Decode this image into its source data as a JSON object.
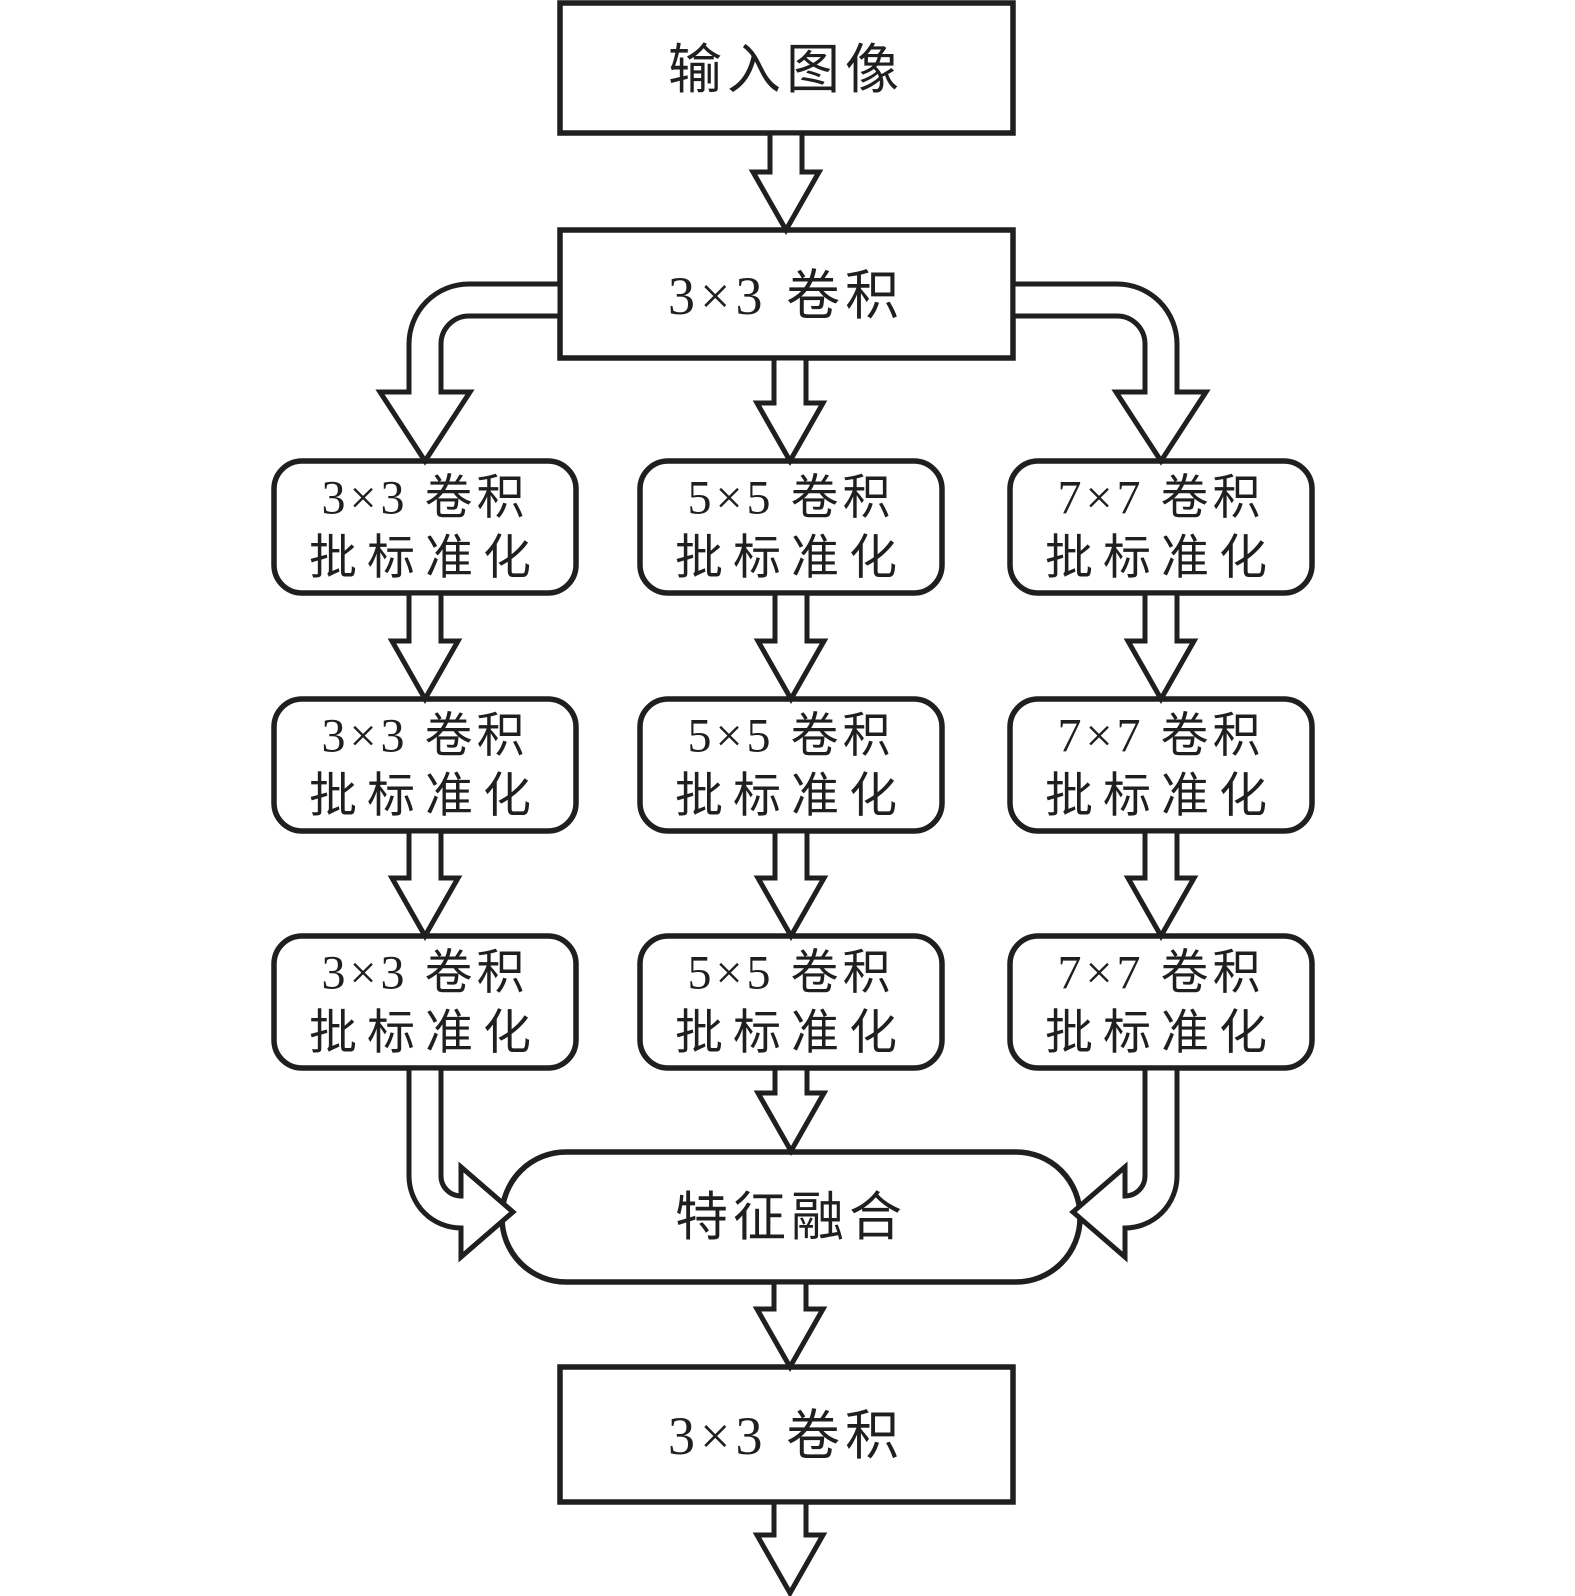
{
  "figure": {
    "ink": "#1f1f1f",
    "background": "#ffffff",
    "type": "flowchart"
  },
  "flow": {
    "input": {
      "label": "输入图像"
    },
    "stem_conv": {
      "label": "3×3 卷积"
    },
    "branches": [
      {
        "name": "branch-3x3",
        "rows": [
          {
            "line1": "3×3 卷积",
            "line2": "批标准化"
          },
          {
            "line1": "3×3 卷积",
            "line2": "批标准化"
          },
          {
            "line1": "3×3 卷积",
            "line2": "批标准化"
          }
        ]
      },
      {
        "name": "branch-5x5",
        "rows": [
          {
            "line1": "5×5 卷积",
            "line2": "批标准化"
          },
          {
            "line1": "5×5 卷积",
            "line2": "批标准化"
          },
          {
            "line1": "5×5 卷积",
            "line2": "批标准化"
          }
        ]
      },
      {
        "name": "branch-7x7",
        "rows": [
          {
            "line1": "7×7 卷积",
            "line2": "批标准化"
          },
          {
            "line1": "7×7 卷积",
            "line2": "批标准化"
          },
          {
            "line1": "7×7 卷积",
            "line2": "批标准化"
          }
        ]
      }
    ],
    "fusion": {
      "label": "特征融合"
    },
    "output_conv": {
      "label": "3×3 卷积"
    }
  }
}
